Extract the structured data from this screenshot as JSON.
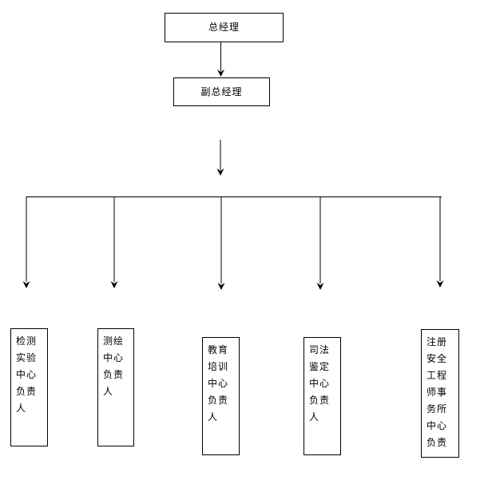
{
  "org_chart": {
    "root_box": {
      "label": "总经理"
    },
    "level2_box": {
      "label": "副总经理"
    },
    "departments": [
      {
        "label": "检测\n实验\n中心\n负责\n人"
      },
      {
        "label": "测绘\n中心\n负责\n人"
      },
      {
        "label": "教育\n培训\n中心\n负责\n人"
      },
      {
        "label": "司法\n鉴定\n中心\n负责\n人"
      },
      {
        "label": "注册\n安全\n工程\n师事\n务所\n中心\n负责"
      }
    ],
    "colors": {
      "background": "#ffffff",
      "box_border": "#000000",
      "text": "#000000",
      "connector": "#000000"
    }
  }
}
